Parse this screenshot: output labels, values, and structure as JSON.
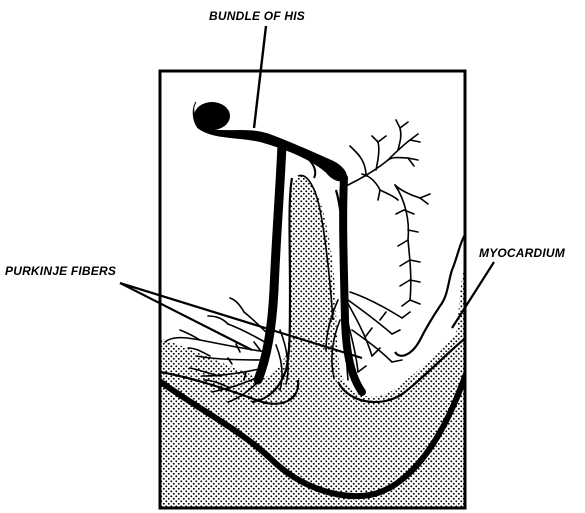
{
  "labels": {
    "bundle_of_his": "BUNDLE OF HIS",
    "purkinje_fibers": "PURKINJE FIBERS",
    "myocardium": "MYOCARDIUM"
  },
  "colors": {
    "ink": "#000000",
    "background": "#ffffff"
  }
}
